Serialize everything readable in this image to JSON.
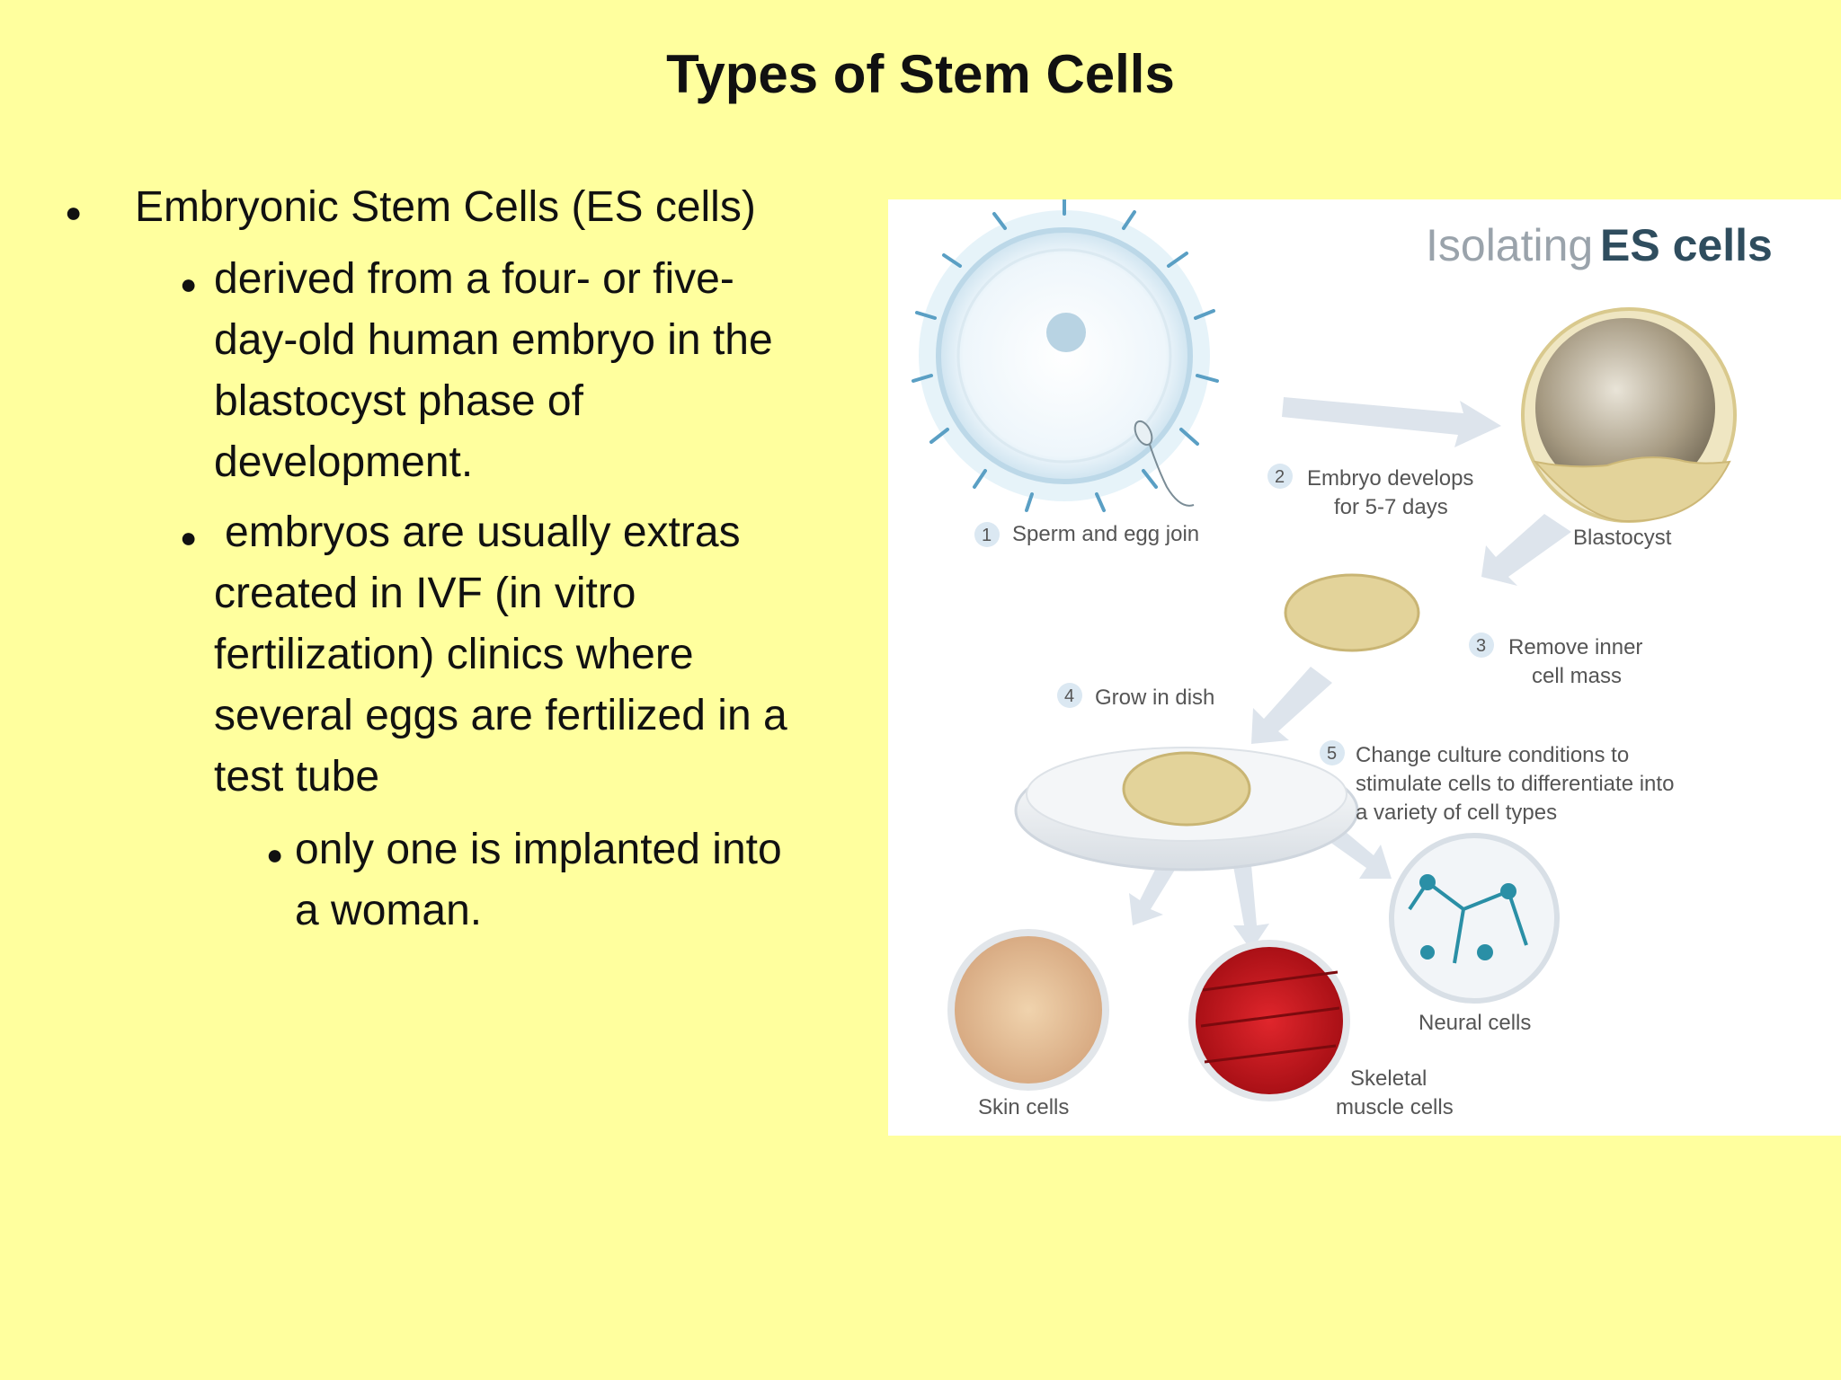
{
  "slide": {
    "title": "Types of Stem Cells"
  },
  "bullets": {
    "level1": "Embryonic Stem Cells (ES cells)",
    "level2_a": [
      "derived from a four- or five-",
      "day-old human embryo in the",
      "blastocyst phase of",
      "development."
    ],
    "level2_b": [
      "embryos are usually extras",
      "created in IVF (in vitro",
      "fertilization) clinics where",
      "several eggs are fertilized in a",
      "test tube"
    ],
    "level3": [
      "only one is implanted into",
      "a woman."
    ]
  },
  "diagram": {
    "title_light": "Isolating",
    "title_bold": "ES cells",
    "steps": {
      "s1_num": "1",
      "s1_text": "Sperm and egg join",
      "s2_num": "2",
      "s2_line1": "Embryo develops",
      "s2_line2": "for 5-7 days",
      "blastocyst": "Blastocyst",
      "s3_num": "3",
      "s3_line1": "Remove inner",
      "s3_line2": "cell mass",
      "s4_num": "4",
      "s4_text": "Grow in dish",
      "s5_num": "5",
      "s5_line1": "Change culture conditions to",
      "s5_line2": "stimulate cells to differentiate into",
      "s5_line3": "a variety of cell types"
    },
    "cell_types": {
      "neural": "Neural cells",
      "skin": "Skin cells",
      "muscle_line1": "Skeletal",
      "muscle_line2": "muscle cells"
    },
    "colors": {
      "title_bold": "#2f4d5e",
      "arrow": "#dde4ec",
      "egg_ring": "#cde3ef",
      "cells": "#e3d39a",
      "muscle": "#c8161d",
      "neural": "#2a8fa6"
    }
  }
}
